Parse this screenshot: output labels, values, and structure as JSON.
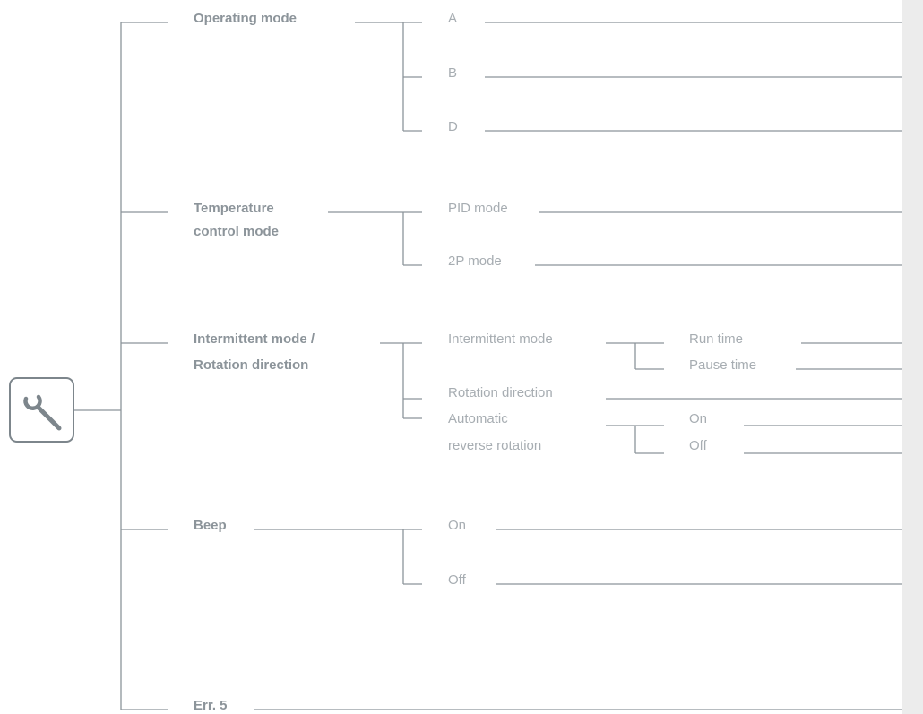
{
  "icon": {
    "name": "wrench-icon",
    "label": "Settings"
  },
  "colors": {
    "line": "#8c949a",
    "category_text": "#8c949a",
    "option_text": "#a7adb2",
    "side_strip": "#ececec"
  },
  "menu": {
    "operating_mode": {
      "label": "Operating mode",
      "options": [
        "A",
        "B",
        "D"
      ]
    },
    "temperature": {
      "label_line1": "Temperature",
      "label_line2": "control mode",
      "options": [
        "PID mode",
        "2P mode"
      ]
    },
    "intermittent": {
      "label_line1": "Intermittent mode /",
      "label_line2": "Rotation direction",
      "intermittent_mode": {
        "label": "Intermittent mode",
        "options": [
          "Run time",
          "Pause time"
        ]
      },
      "rotation_direction": {
        "label": "Rotation direction"
      },
      "auto_reverse": {
        "label_line1": "Automatic",
        "label_line2": "reverse rotation",
        "options": [
          "On",
          "Off"
        ]
      }
    },
    "beep": {
      "label": "Beep",
      "options": [
        "On",
        "Off"
      ]
    },
    "error": {
      "label": "Err. 5"
    }
  }
}
